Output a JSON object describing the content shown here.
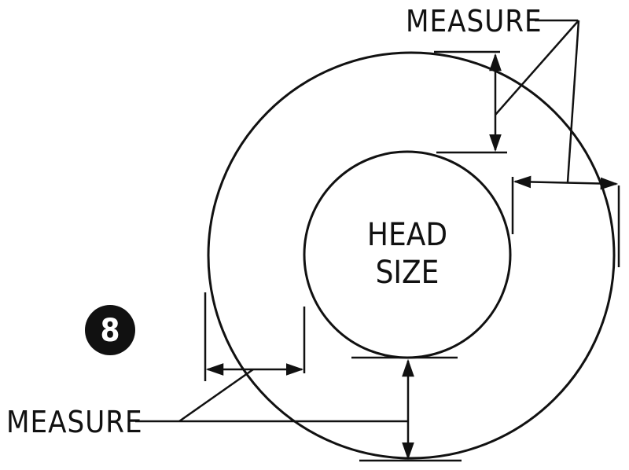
{
  "labels": {
    "measure_top": "MEASURE",
    "measure_bottom": "MEASURE",
    "head_line1": "HEAD",
    "head_line2": "SIZE"
  },
  "badge": {
    "text": "8"
  },
  "colors": {
    "ink": "#111111",
    "paper": "#ffffff"
  }
}
